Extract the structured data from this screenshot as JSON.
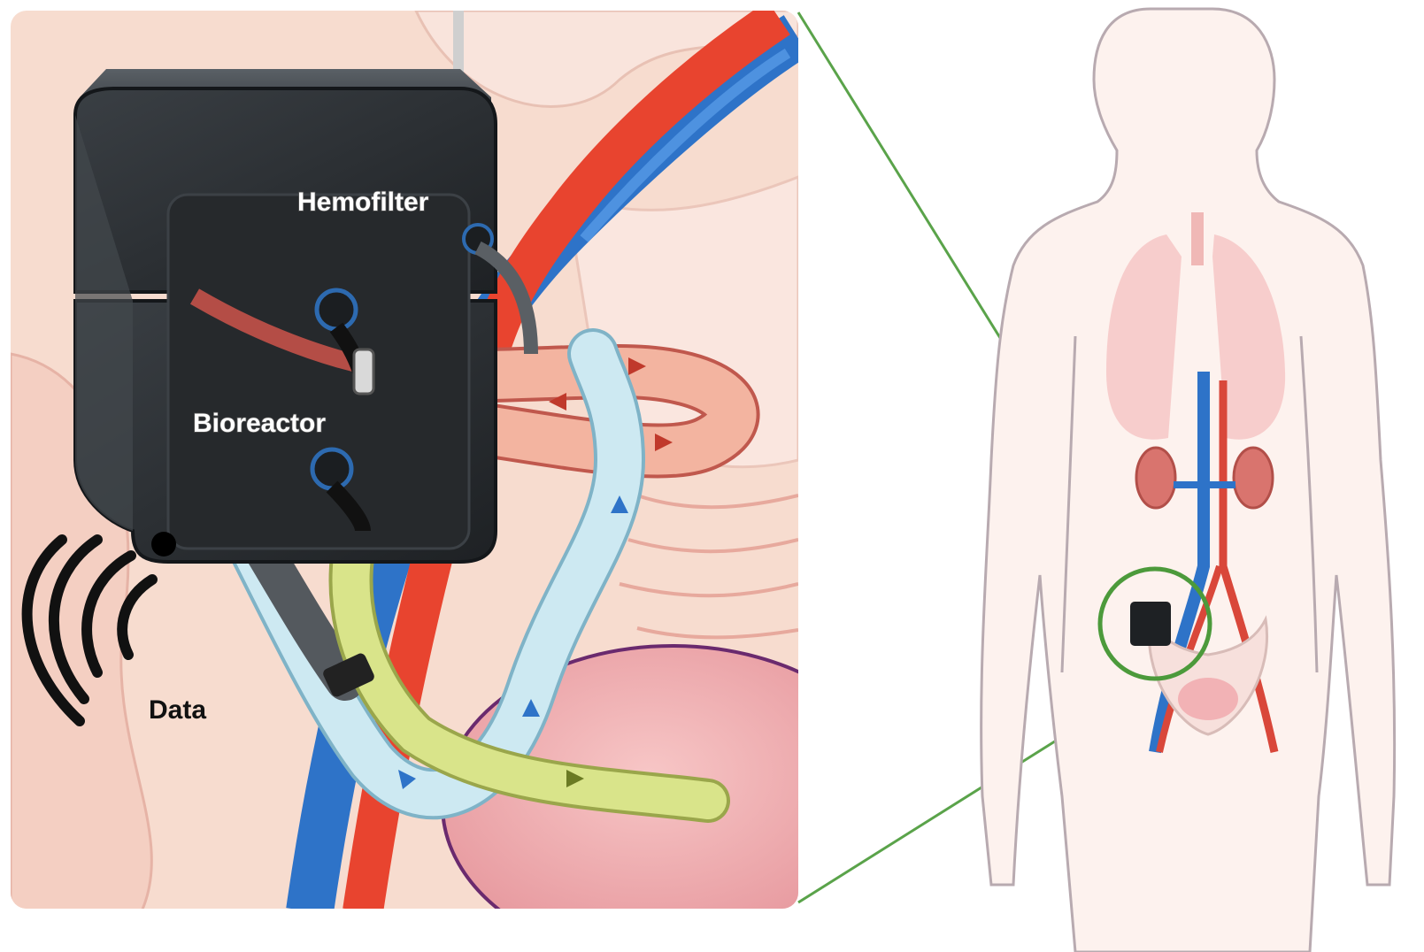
{
  "labels": {
    "hemofilter": "Hemofilter",
    "bioreactor": "Bioreactor",
    "data": "Data"
  },
  "colors": {
    "device_body": "#2b2f33",
    "artery": "#e8442f",
    "vein": "#2e73c8",
    "blood_tube": "#f3b4a0",
    "filtrate_tube": "#cde9f2",
    "urine_tube": "#d9e48a",
    "callout_line": "#5aa34a",
    "skin": "#f6d9cc"
  },
  "icons": [
    "wireless-signal-icon",
    "flow-arrow-icon"
  ]
}
